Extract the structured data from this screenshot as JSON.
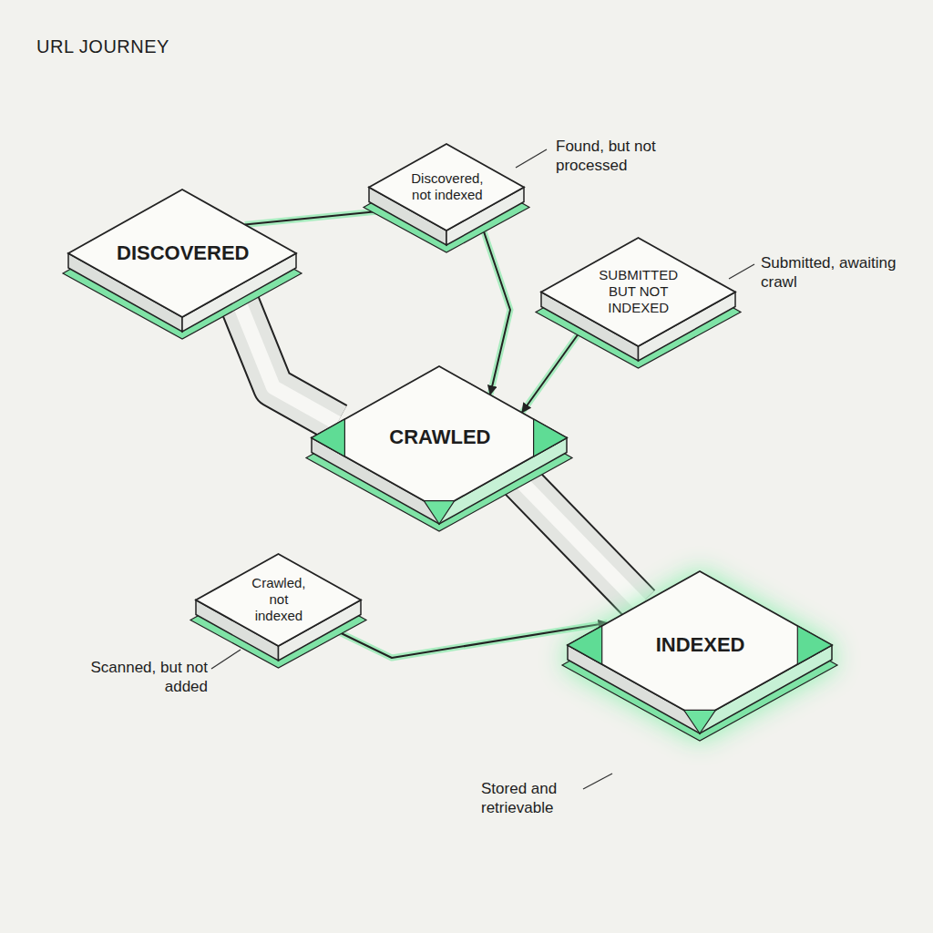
{
  "diagram": {
    "title": "URL JOURNEY",
    "nodes": [
      {
        "text": [
          "DISCOVERED"
        ]
      },
      {
        "text": [
          "Discovered, not indexed"
        ]
      },
      {
        "text": [
          "SUBMITTED BUT NOT INDEXED"
        ]
      },
      {
        "text": [
          "CRAWLED"
        ]
      },
      {
        "text": [
          "Crawled, not indexed"
        ]
      },
      {
        "text": [
          "INDEXED"
        ]
      }
    ],
    "edges": [
      {
        "from": 0,
        "to": 1,
        "arrow": "to"
      },
      {
        "from": 1,
        "to": 3,
        "arrow": "to"
      },
      {
        "from": 2,
        "to": 3,
        "arrow": "to"
      },
      {
        "from": 4,
        "to": 5,
        "arrow": "to"
      },
      {
        "from": 0,
        "to": 3,
        "arrow": "none"
      },
      {
        "from": 3,
        "to": 5,
        "arrow": "none"
      }
    ],
    "labels": [
      "Found, but not processed",
      "Submitted, awaiting crawl",
      "Scanned, but not added",
      "Stored and retrievable"
    ]
  }
}
